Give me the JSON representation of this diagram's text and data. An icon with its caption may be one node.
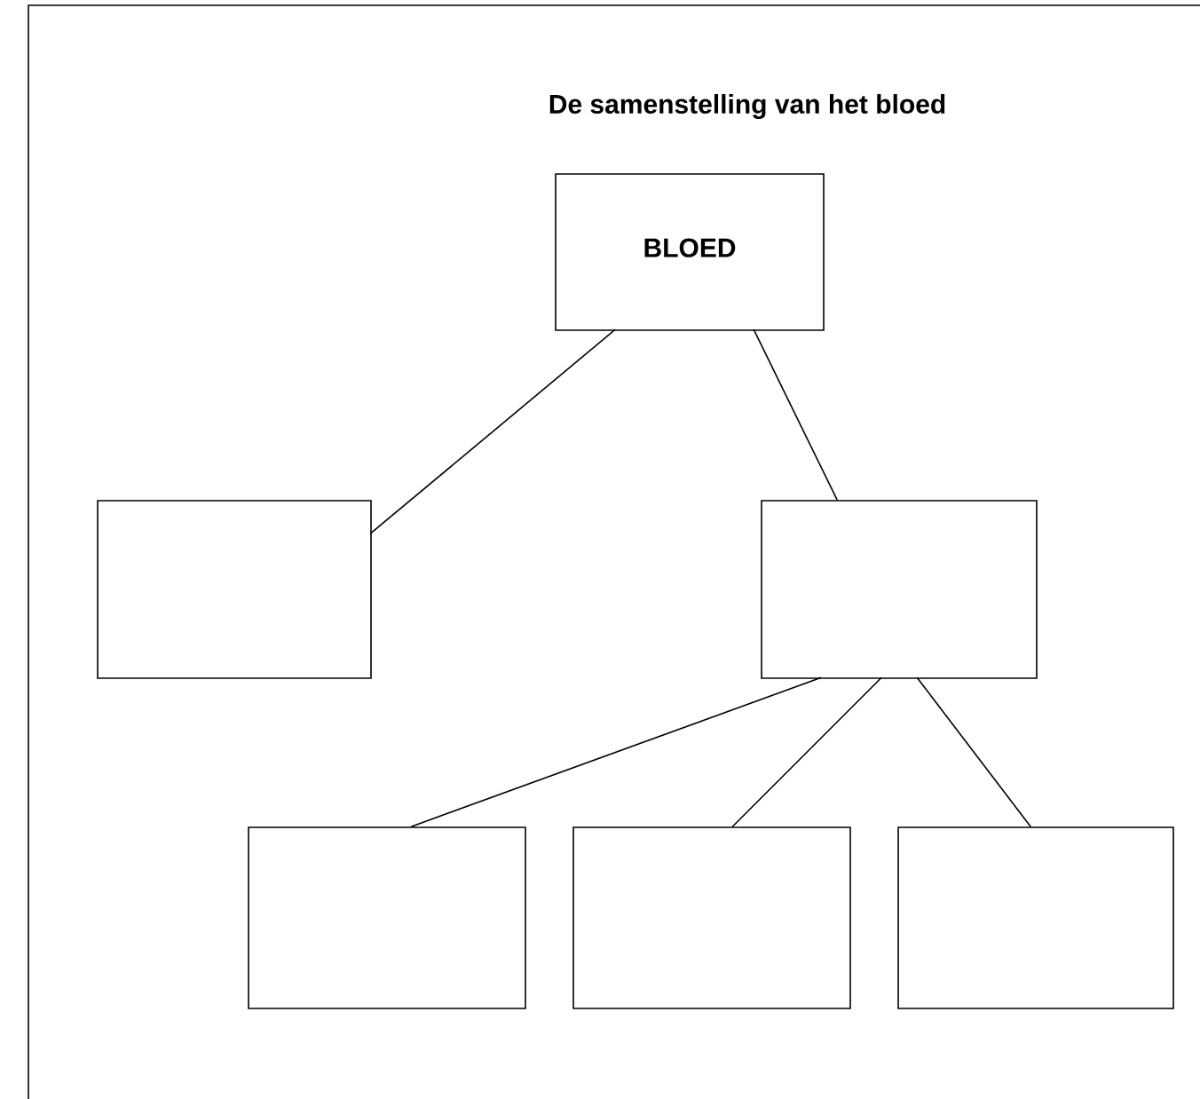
{
  "diagram": {
    "title": "De samenstelling van het bloed",
    "nodes": [
      {
        "text": [
          "BLOED"
        ]
      },
      {
        "text": [],
        "shape": "box"
      },
      {
        "text": [],
        "shape": "box"
      },
      {
        "text": [],
        "shape": "box"
      },
      {
        "text": [],
        "shape": "box"
      },
      {
        "text": [],
        "shape": "box"
      }
    ],
    "edges": [
      {
        "from": 0,
        "to": 1,
        "arrow": "none"
      },
      {
        "from": 0,
        "to": 2,
        "arrow": "none"
      },
      {
        "from": 2,
        "to": 3,
        "arrow": "none"
      },
      {
        "from": 2,
        "to": 4,
        "arrow": "none"
      },
      {
        "from": 2,
        "to": 5,
        "arrow": "none"
      }
    ]
  }
}
